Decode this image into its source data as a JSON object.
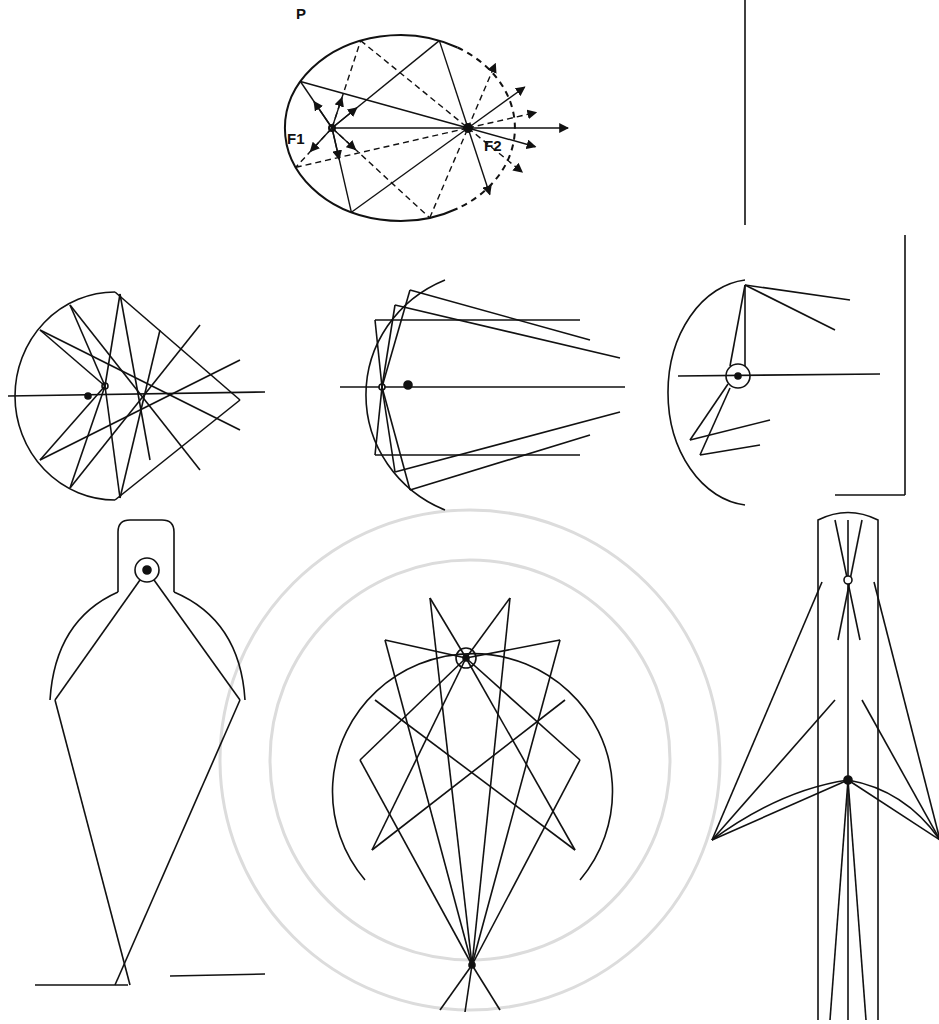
{
  "diagram": {
    "labels": [
      "P",
      "F1",
      "F2"
    ]
  }
}
